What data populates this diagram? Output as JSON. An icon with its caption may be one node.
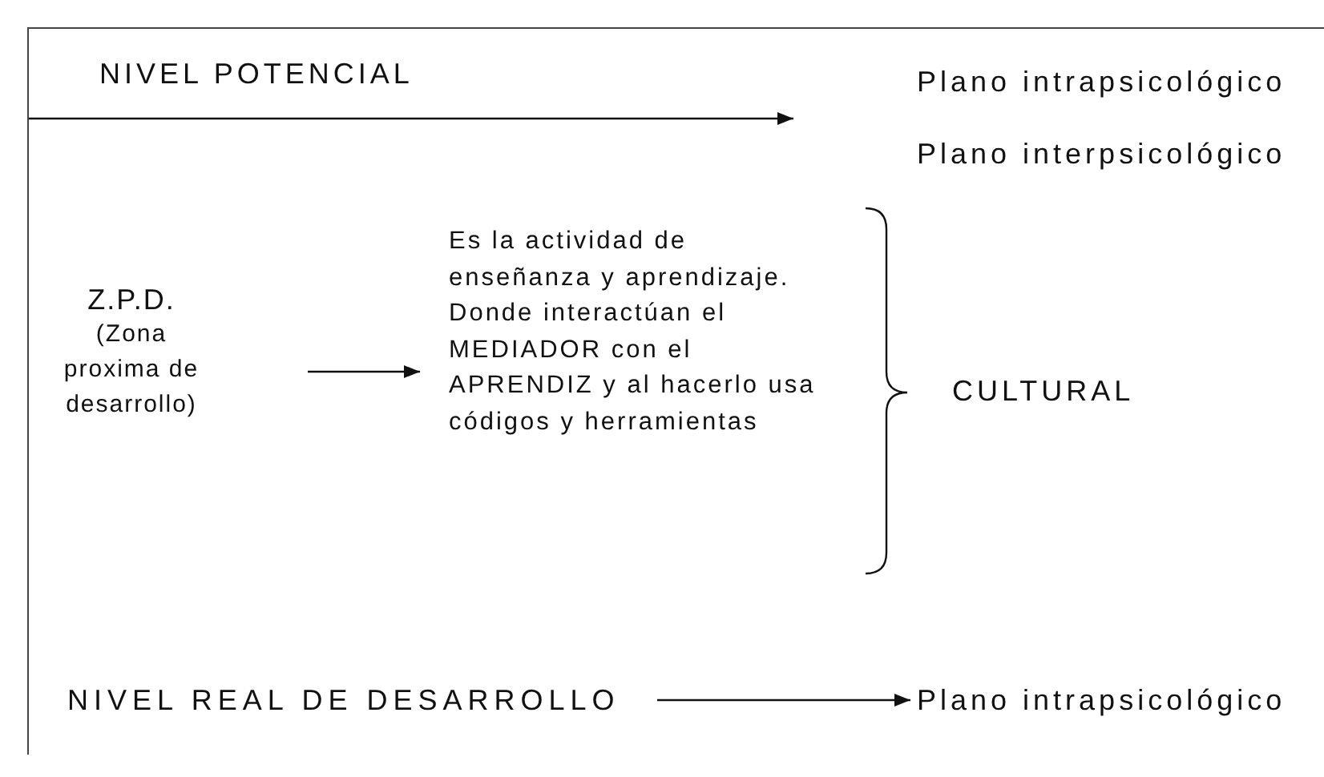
{
  "diagram": {
    "nodes": [
      {
        "text": [
          "Z.P.D.",
          "(Zona proxima de desarrollo)"
        ]
      },
      {
        "text": [
          "Es la actividad de enseñanza y  aprendizaje. Donde interactúan el MEDIADOR con el APRENDIZ y al hacerlo usa códigos y herramientas"
        ]
      },
      {
        "text": [
          "NIVEL REAL DE DESARROLLO"
        ]
      },
      {
        "text": [
          "Plano intrapsicológico"
        ]
      }
    ],
    "edges": [
      {
        "from": 0,
        "to": 1,
        "arrow": "to"
      },
      {
        "from": 2,
        "to": 3,
        "arrow": "to"
      }
    ],
    "labels": [
      "NIVEL POTENCIAL",
      "Plano intrapsicológico",
      "Plano interpsicológico",
      "CULTURAL"
    ]
  }
}
